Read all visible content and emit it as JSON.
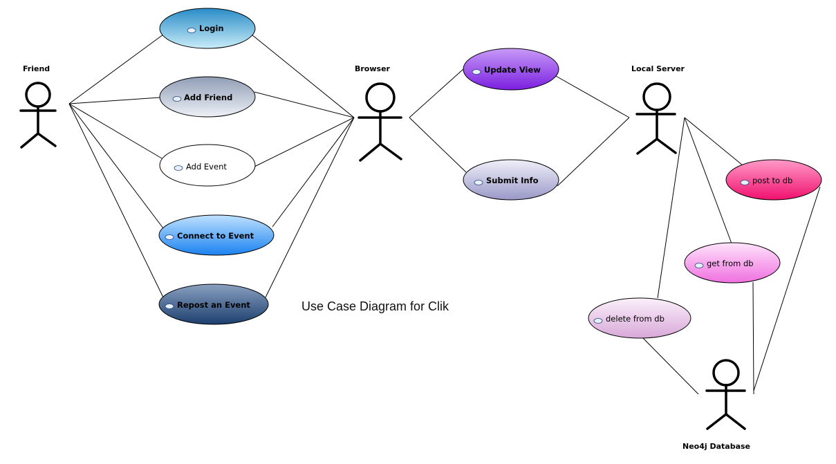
{
  "title": "Use Case Diagram for Clik",
  "actors": [
    {
      "id": "friend",
      "label": "Friend"
    },
    {
      "id": "browser",
      "label": "Browser"
    },
    {
      "id": "local_server",
      "label": "Local Server"
    },
    {
      "id": "neo4j",
      "label": "Neo4j Database"
    }
  ],
  "use_cases": [
    {
      "id": "login",
      "label": "Login",
      "color_top": "#2a8cc8",
      "color_bottom": "#c8ecf8"
    },
    {
      "id": "add_friend",
      "label": "Add Friend",
      "color_top": "#8f9db5",
      "color_bottom": "#eef1f6"
    },
    {
      "id": "add_event",
      "label": "Add Event",
      "color_top": "#ffffff",
      "color_bottom": "#ffffff"
    },
    {
      "id": "connect_event",
      "label": "Connect to Event",
      "color_top": "#bfe1ff",
      "color_bottom": "#1a82f0"
    },
    {
      "id": "repost_event",
      "label": "Repost an Event",
      "color_top": "#8aa0c0",
      "color_bottom": "#1c3f6e"
    },
    {
      "id": "update_view",
      "label": "Update View",
      "color_top": "#c89af8",
      "color_bottom": "#7a1fe0"
    },
    {
      "id": "submit_info",
      "label": "Submit Info",
      "color_top": "#f0f0fa",
      "color_bottom": "#9a98c8"
    },
    {
      "id": "post_db",
      "label": "post to db",
      "color_top": "#ff9ac8",
      "color_bottom": "#f0106e"
    },
    {
      "id": "get_db",
      "label": "get from db",
      "color_top": "#ffe4fb",
      "color_bottom": "#f070e0"
    },
    {
      "id": "delete_db",
      "label": "delete from db",
      "color_top": "#fbf0fa",
      "color_bottom": "#d8a8d8"
    }
  ],
  "associations": [
    [
      "friend",
      "login"
    ],
    [
      "friend",
      "add_friend"
    ],
    [
      "friend",
      "add_event"
    ],
    [
      "friend",
      "connect_event"
    ],
    [
      "friend",
      "repost_event"
    ],
    [
      "login",
      "browser"
    ],
    [
      "add_friend",
      "browser"
    ],
    [
      "add_event",
      "browser"
    ],
    [
      "connect_event",
      "browser"
    ],
    [
      "repost_event",
      "browser"
    ],
    [
      "browser",
      "update_view"
    ],
    [
      "browser",
      "submit_info"
    ],
    [
      "update_view",
      "local_server"
    ],
    [
      "submit_info",
      "local_server"
    ],
    [
      "local_server",
      "post_db"
    ],
    [
      "local_server",
      "get_db"
    ],
    [
      "local_server",
      "delete_db"
    ],
    [
      "post_db",
      "neo4j"
    ],
    [
      "get_db",
      "neo4j"
    ],
    [
      "delete_db",
      "neo4j"
    ]
  ]
}
